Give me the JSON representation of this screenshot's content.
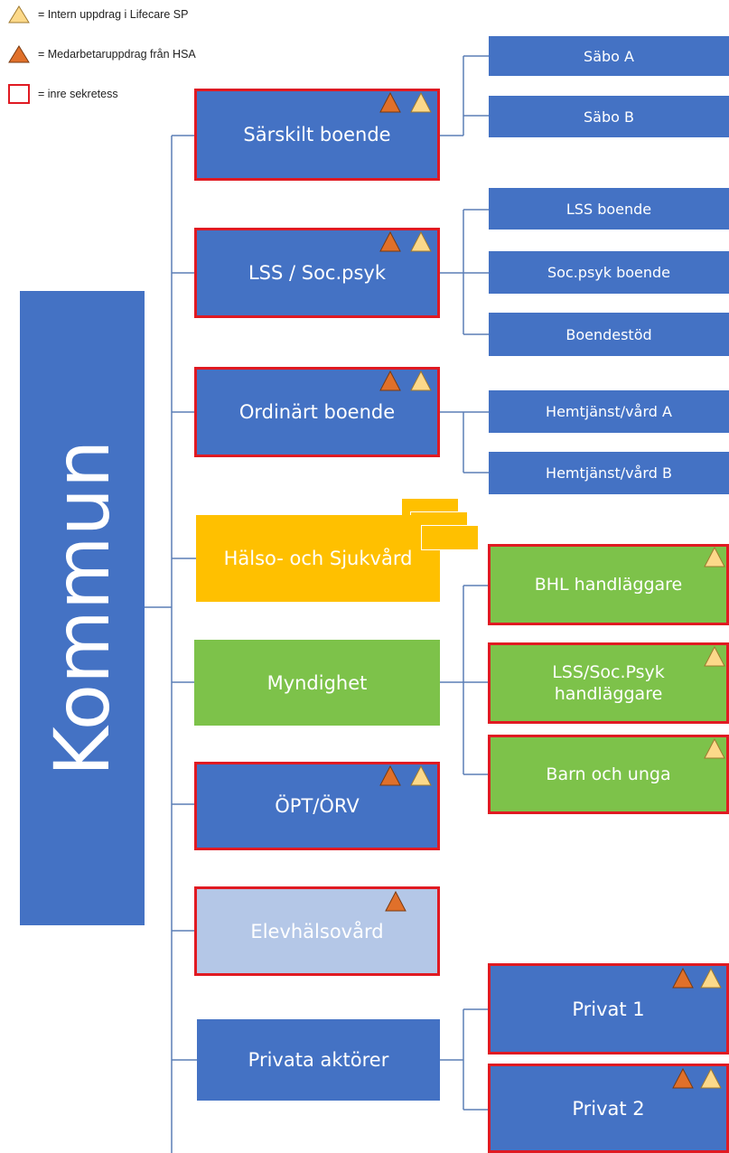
{
  "legend": {
    "intern": "= Intern uppdrag i Lifecare SP",
    "medarbetar": "= Medarbetaruppdrag från HSA",
    "sekretess": "= inre sekretess"
  },
  "colors": {
    "blue": "#4472c4",
    "green": "#7dc24a",
    "yellow": "#ffc000",
    "light_blue": "#b4c7e7",
    "border_red": "#e01a22",
    "triangle_orange": "#e0702a",
    "triangle_light": "#fcd98a"
  },
  "root": {
    "label": "Kommun"
  },
  "level1": {
    "sarskilt": "Särskilt boende",
    "lss": "LSS / Soc.psyk",
    "ordinart": "Ordinärt boende",
    "halso": "Hälso- och Sjukvård",
    "myndighet": "Myndighet",
    "opt": "ÖPT/ÖRV",
    "elevhalsa": "Elevhälsovård",
    "privata": "Privata aktörer"
  },
  "level2": {
    "sabo_a": "Säbo A",
    "sabo_b": "Säbo B",
    "lss_boende": "LSS boende",
    "socpsyk_boende": "Soc.psyk boende",
    "boendestod": "Boendestöd",
    "hemtjanst_a": "Hemtjänst/vård A",
    "hemtjanst_b": "Hemtjänst/vård B",
    "bhl": "BHL handläggare",
    "lss_hand_1": "LSS/Soc.Psyk",
    "lss_hand_2": "handläggare",
    "barn": "Barn och unga",
    "privat1": "Privat 1",
    "privat2": "Privat 2"
  }
}
